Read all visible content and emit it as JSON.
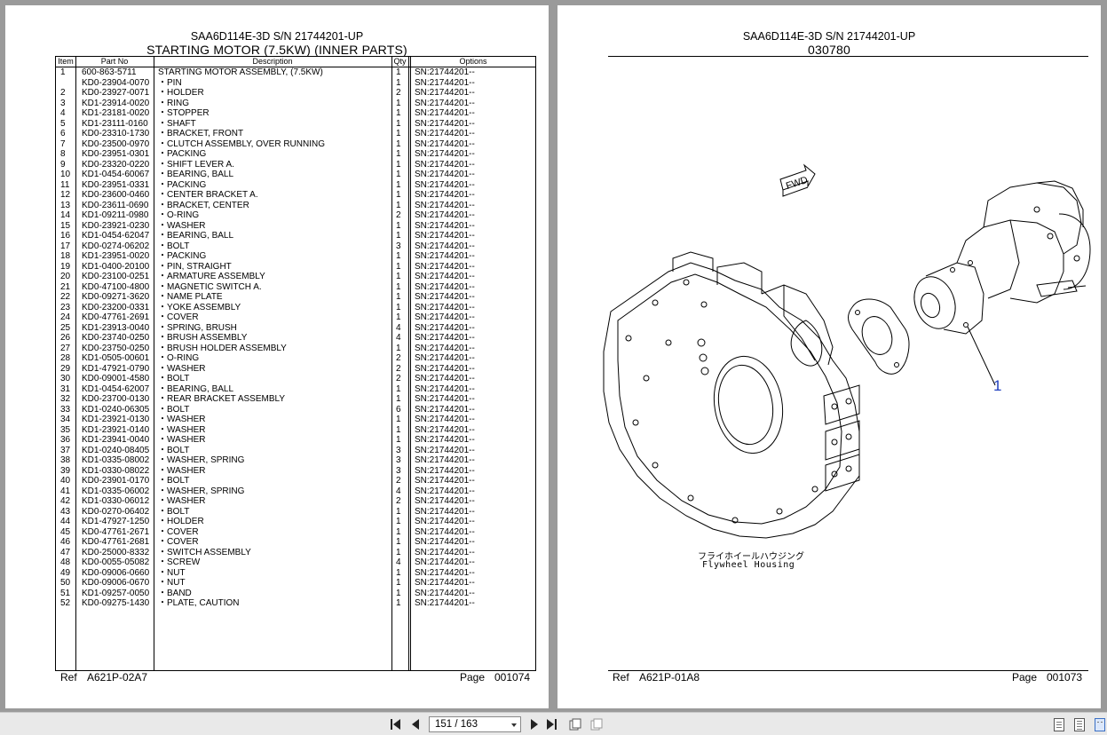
{
  "left_page": {
    "model": "SAA6D114E-3D S/N 21744201-UP",
    "title": "STARTING MOTOR (7.5KW) (INNER PARTS)",
    "columns": {
      "item": "Item",
      "part_no": "Part No",
      "description": "Description",
      "qty": "Qty",
      "options": "Options"
    },
    "rows": [
      {
        "item": "1",
        "part": "600-863-5711",
        "desc": "STARTING MOTOR ASSEMBLY, (7.5KW)",
        "qty": "1",
        "opt": "SN:21744201--"
      },
      {
        "item": "",
        "part": "KD0-23904-0070",
        "desc": "・PIN",
        "qty": "1",
        "opt": "SN:21744201--"
      },
      {
        "item": "2",
        "part": "KD0-23927-0071",
        "desc": "・HOLDER",
        "qty": "2",
        "opt": "SN:21744201--"
      },
      {
        "item": "3",
        "part": "KD1-23914-0020",
        "desc": "・RING",
        "qty": "1",
        "opt": "SN:21744201--"
      },
      {
        "item": "4",
        "part": "KD1-23181-0020",
        "desc": "・STOPPER",
        "qty": "1",
        "opt": "SN:21744201--"
      },
      {
        "item": "5",
        "part": "KD1-23111-0160",
        "desc": "・SHAFT",
        "qty": "1",
        "opt": "SN:21744201--"
      },
      {
        "item": "6",
        "part": "KD0-23310-1730",
        "desc": "・BRACKET, FRONT",
        "qty": "1",
        "opt": "SN:21744201--"
      },
      {
        "item": "7",
        "part": "KD0-23500-0970",
        "desc": "・CLUTCH ASSEMBLY, OVER RUNNING",
        "qty": "1",
        "opt": "SN:21744201--"
      },
      {
        "item": "8",
        "part": "KD0-23951-0301",
        "desc": "・PACKING",
        "qty": "1",
        "opt": "SN:21744201--"
      },
      {
        "item": "9",
        "part": "KD0-23320-0220",
        "desc": "・SHIFT LEVER A.",
        "qty": "1",
        "opt": "SN:21744201--"
      },
      {
        "item": "10",
        "part": "KD1-0454-60067",
        "desc": "・BEARING, BALL",
        "qty": "1",
        "opt": "SN:21744201--"
      },
      {
        "item": "11",
        "part": "KD0-23951-0331",
        "desc": "・PACKING",
        "qty": "1",
        "opt": "SN:21744201--"
      },
      {
        "item": "12",
        "part": "KD0-23600-0460",
        "desc": "・CENTER BRACKET A.",
        "qty": "1",
        "opt": "SN:21744201--"
      },
      {
        "item": "13",
        "part": "KD0-23611-0690",
        "desc": "・BRACKET, CENTER",
        "qty": "1",
        "opt": "SN:21744201--"
      },
      {
        "item": "14",
        "part": "KD1-09211-0980",
        "desc": "・O-RING",
        "qty": "2",
        "opt": "SN:21744201--"
      },
      {
        "item": "15",
        "part": "KD0-23921-0230",
        "desc": "・WASHER",
        "qty": "1",
        "opt": "SN:21744201--"
      },
      {
        "item": "16",
        "part": "KD1-0454-62047",
        "desc": "・BEARING, BALL",
        "qty": "1",
        "opt": "SN:21744201--"
      },
      {
        "item": "17",
        "part": "KD0-0274-06202",
        "desc": "・BOLT",
        "qty": "3",
        "opt": "SN:21744201--"
      },
      {
        "item": "18",
        "part": "KD1-23951-0020",
        "desc": "・PACKING",
        "qty": "1",
        "opt": "SN:21744201--"
      },
      {
        "item": "19",
        "part": "KD1-0400-20100",
        "desc": "・PIN, STRAIGHT",
        "qty": "1",
        "opt": "SN:21744201--"
      },
      {
        "item": "20",
        "part": "KD0-23100-0251",
        "desc": "・ARMATURE ASSEMBLY",
        "qty": "1",
        "opt": "SN:21744201--"
      },
      {
        "item": "21",
        "part": "KD0-47100-4800",
        "desc": "・MAGNETIC SWITCH A.",
        "qty": "1",
        "opt": "SN:21744201--"
      },
      {
        "item": "22",
        "part": "KD0-09271-3620",
        "desc": "・NAME PLATE",
        "qty": "1",
        "opt": "SN:21744201--"
      },
      {
        "item": "23",
        "part": "KD0-23200-0331",
        "desc": "・YOKE ASSEMBLY",
        "qty": "1",
        "opt": "SN:21744201--"
      },
      {
        "item": "24",
        "part": "KD0-47761-2691",
        "desc": "・COVER",
        "qty": "1",
        "opt": "SN:21744201--"
      },
      {
        "item": "25",
        "part": "KD1-23913-0040",
        "desc": "・SPRING, BRUSH",
        "qty": "4",
        "opt": "SN:21744201--"
      },
      {
        "item": "26",
        "part": "KD0-23740-0250",
        "desc": "・BRUSH ASSEMBLY",
        "qty": "4",
        "opt": "SN:21744201--"
      },
      {
        "item": "27",
        "part": "KD0-23750-0250",
        "desc": "・BRUSH HOLDER ASSEMBLY",
        "qty": "1",
        "opt": "SN:21744201--"
      },
      {
        "item": "28",
        "part": "KD1-0505-00601",
        "desc": "・O-RING",
        "qty": "2",
        "opt": "SN:21744201--"
      },
      {
        "item": "29",
        "part": "KD1-47921-0790",
        "desc": "・WASHER",
        "qty": "2",
        "opt": "SN:21744201--"
      },
      {
        "item": "30",
        "part": "KD0-09001-4580",
        "desc": "・BOLT",
        "qty": "2",
        "opt": "SN:21744201--"
      },
      {
        "item": "31",
        "part": "KD1-0454-62007",
        "desc": "・BEARING, BALL",
        "qty": "1",
        "opt": "SN:21744201--"
      },
      {
        "item": "32",
        "part": "KD0-23700-0130",
        "desc": "・REAR BRACKET ASSEMBLY",
        "qty": "1",
        "opt": "SN:21744201--"
      },
      {
        "item": "33",
        "part": "KD1-0240-06305",
        "desc": "・BOLT",
        "qty": "6",
        "opt": "SN:21744201--"
      },
      {
        "item": "34",
        "part": "KD1-23921-0130",
        "desc": "・WASHER",
        "qty": "1",
        "opt": "SN:21744201--"
      },
      {
        "item": "35",
        "part": "KD1-23921-0140",
        "desc": "・WASHER",
        "qty": "1",
        "opt": "SN:21744201--"
      },
      {
        "item": "36",
        "part": "KD1-23941-0040",
        "desc": "・WASHER",
        "qty": "1",
        "opt": "SN:21744201--"
      },
      {
        "item": "37",
        "part": "KD1-0240-08405",
        "desc": "・BOLT",
        "qty": "3",
        "opt": "SN:21744201--"
      },
      {
        "item": "38",
        "part": "KD1-0335-08002",
        "desc": "・WASHER, SPRING",
        "qty": "3",
        "opt": "SN:21744201--"
      },
      {
        "item": "39",
        "part": "KD1-0330-08022",
        "desc": "・WASHER",
        "qty": "3",
        "opt": "SN:21744201--"
      },
      {
        "item": "40",
        "part": "KD0-23901-0170",
        "desc": "・BOLT",
        "qty": "2",
        "opt": "SN:21744201--"
      },
      {
        "item": "41",
        "part": "KD1-0335-06002",
        "desc": "・WASHER, SPRING",
        "qty": "4",
        "opt": "SN:21744201--"
      },
      {
        "item": "42",
        "part": "KD1-0330-06012",
        "desc": "・WASHER",
        "qty": "2",
        "opt": "SN:21744201--"
      },
      {
        "item": "43",
        "part": "KD0-0270-06402",
        "desc": "・BOLT",
        "qty": "1",
        "opt": "SN:21744201--"
      },
      {
        "item": "44",
        "part": "KD1-47927-1250",
        "desc": "・HOLDER",
        "qty": "1",
        "opt": "SN:21744201--"
      },
      {
        "item": "45",
        "part": "KD0-47761-2671",
        "desc": "・COVER",
        "qty": "1",
        "opt": "SN:21744201--"
      },
      {
        "item": "46",
        "part": "KD0-47761-2681",
        "desc": "・COVER",
        "qty": "1",
        "opt": "SN:21744201--"
      },
      {
        "item": "47",
        "part": "KD0-25000-8332",
        "desc": "・SWITCH ASSEMBLY",
        "qty": "1",
        "opt": "SN:21744201--"
      },
      {
        "item": "48",
        "part": "KD0-0055-05082",
        "desc": "・SCREW",
        "qty": "4",
        "opt": "SN:21744201--"
      },
      {
        "item": "49",
        "part": "KD0-09006-0660",
        "desc": "・NUT",
        "qty": "1",
        "opt": "SN:21744201--"
      },
      {
        "item": "50",
        "part": "KD0-09006-0670",
        "desc": "・NUT",
        "qty": "1",
        "opt": "SN:21744201--"
      },
      {
        "item": "51",
        "part": "KD1-09257-0050",
        "desc": "・BAND",
        "qty": "1",
        "opt": "SN:21744201--"
      },
      {
        "item": "52",
        "part": "KD0-09275-1430",
        "desc": "・PLATE, CAUTION",
        "qty": "1",
        "opt": "SN:21744201--"
      }
    ],
    "footer": {
      "ref_label": "Ref",
      "ref": "A621P-02A7",
      "page_label": "Page",
      "page": "001074"
    }
  },
  "right_page": {
    "model": "SAA6D114E-3D S/N 21744201-UP",
    "code": "030780",
    "fwd_label": "FWD",
    "callout": "1",
    "jp_label": "フライホイールハウジング",
    "en_label": "Flywheel Housing",
    "footer": {
      "ref_label": "Ref",
      "ref": "A621P-01A8",
      "page_label": "Page",
      "page": "001073"
    }
  },
  "toolbar": {
    "page_indicator": "151 / 163",
    "icons": [
      "first-page-icon",
      "previous-page-icon",
      "next-page-icon",
      "last-page-icon",
      "single-page-view-icon",
      "continuous-view-icon",
      "facing-view-icon"
    ]
  }
}
